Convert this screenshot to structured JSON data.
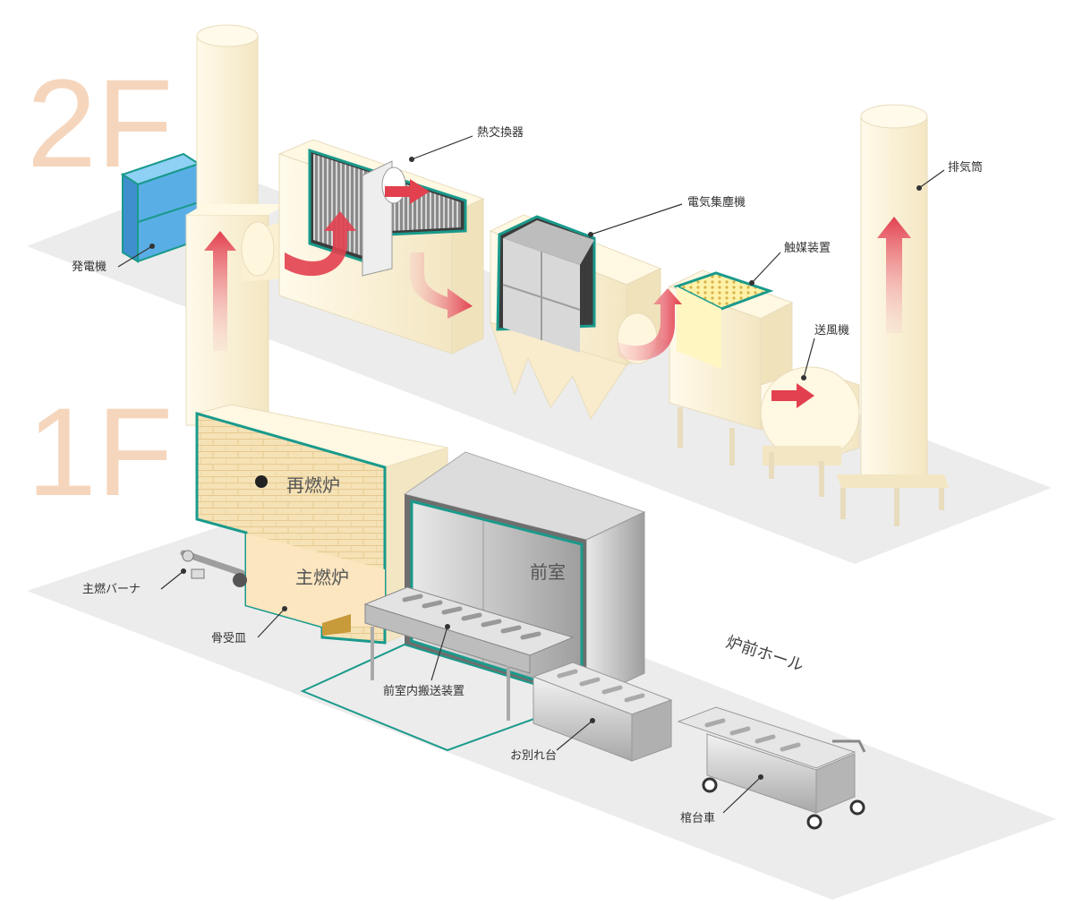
{
  "floors": {
    "second": "2F",
    "first": "1F"
  },
  "labels": {
    "generator": "発電機",
    "heat_exchanger": "熱交換器",
    "electrostatic_precipitator": "電気集塵機",
    "catalyst": "触媒装置",
    "blower": "送風機",
    "exhaust_stack": "排気筒",
    "main_burner": "主燃バーナ",
    "bone_tray": "骨受皿",
    "anteroom_conveyor": "前室内搬送装置",
    "farewell_table": "お別れ台",
    "coffin_cart": "棺台車"
  },
  "in_figure": {
    "reburn_furnace": "再燃炉",
    "main_furnace": "主燃炉",
    "anteroom": "前室",
    "hall": "炉前ホール"
  },
  "colors": {
    "floor_number": "#f5d6bd",
    "cream": "#fbf3dc",
    "teal": "#1a9a8c",
    "generator_blue": "#5aaee6",
    "flow_red": "#e2404f",
    "floor_gray": "#ececec",
    "steel": "#c8c8c8",
    "brick": "#f2dcaa"
  }
}
